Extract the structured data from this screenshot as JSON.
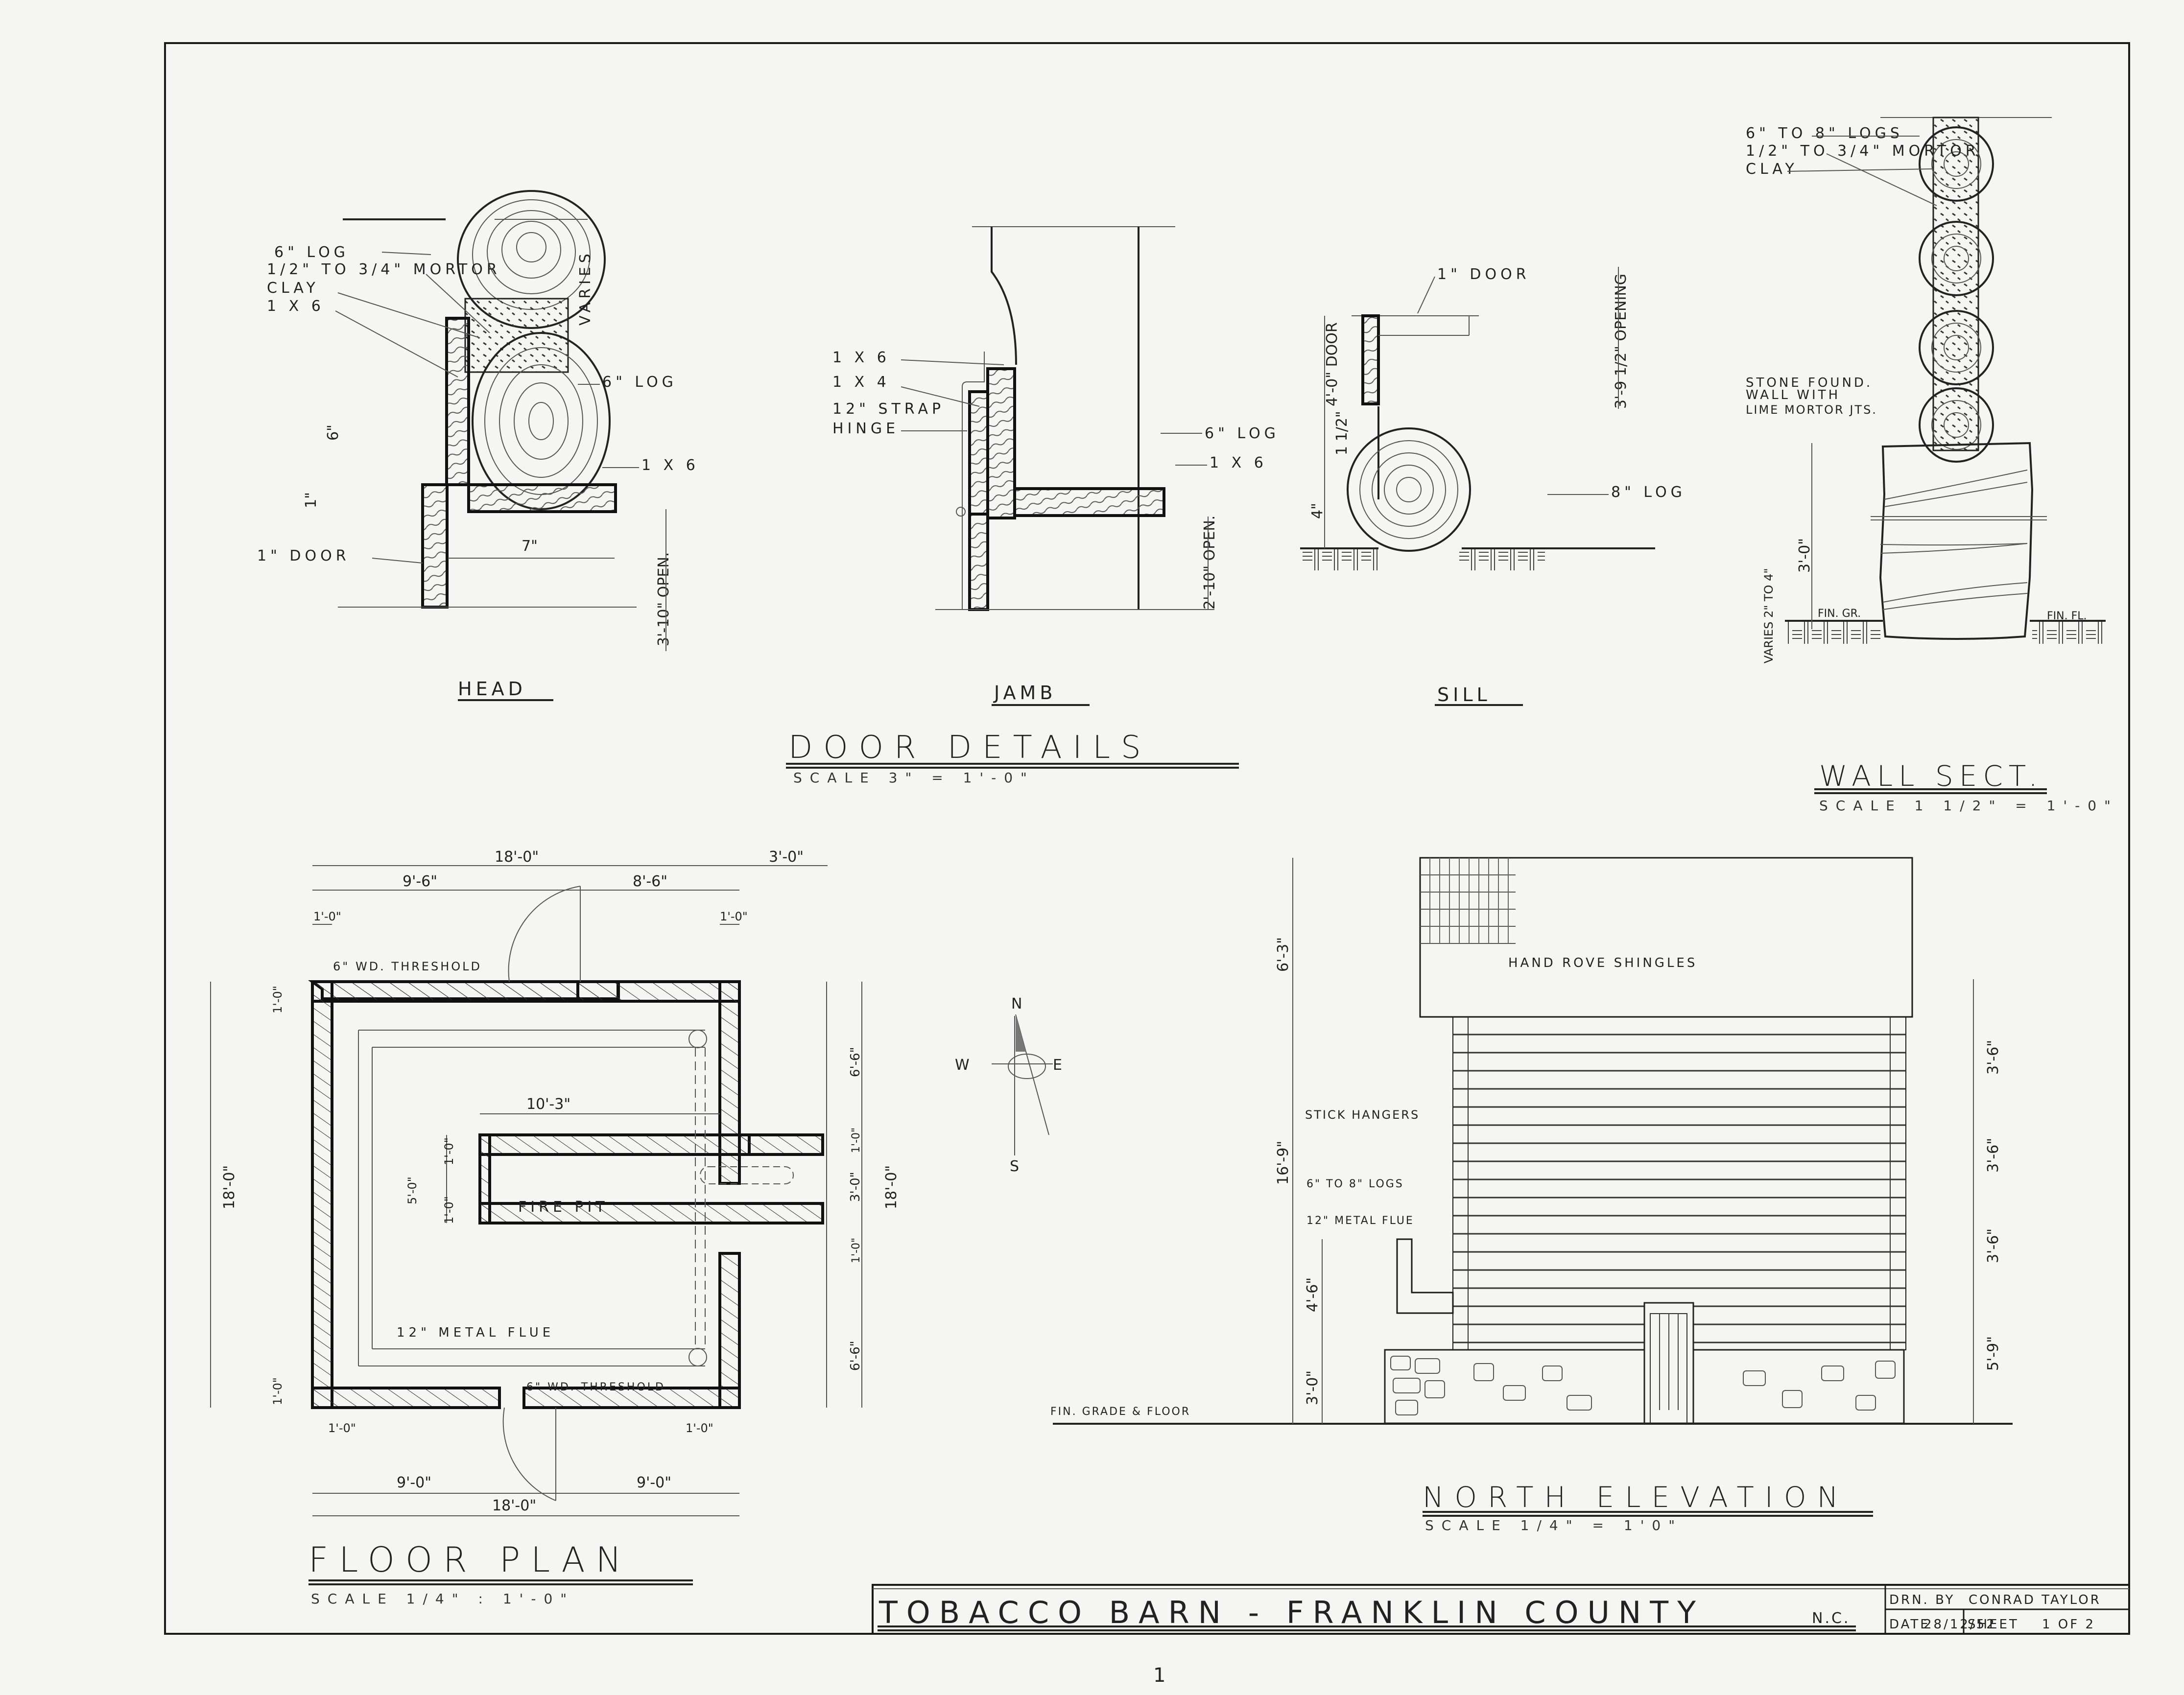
{
  "title_block": {
    "title": "TOBACCO BARN - FRANKLIN COUNTY",
    "state": "N.C.",
    "drawn_by_label": "DRN. BY",
    "drawn_by": "CONRAD TAYLOR",
    "date_label": "DATE",
    "date": "28/12/52",
    "sheet_label": "SHEET",
    "sheet": "1 OF 2"
  },
  "page_number": "1",
  "door_details": {
    "title": "DOOR DETAILS",
    "scale": "SCALE   3\" = 1'-0\"",
    "head": {
      "label": "HEAD",
      "notes": [
        "6\" LOG",
        "1/2\" TO 3/4\" MORTOR",
        "CLAY",
        "1 X 6"
      ],
      "right_notes": [
        "VARIES",
        "6\" LOG",
        "1 X 6"
      ],
      "dims": [
        "6\"",
        "1\"",
        "7\"",
        "3'-10\" OPEN."
      ],
      "door_note": "1\" DOOR"
    },
    "jamb": {
      "label": "JAMB",
      "notes": [
        "1 X 6",
        "1 X 4",
        "12\" STRAP",
        "HINGE"
      ],
      "right_notes": [
        "6\" LOG",
        "1 X 6"
      ],
      "dims": [
        "2'-10\" OPEN."
      ]
    },
    "sill": {
      "label": "SILL",
      "notes": [
        "1\" DOOR",
        "8\" LOG"
      ],
      "dims": [
        "4'-0\" DOOR",
        "1 1/2\"",
        "4\"",
        "3'-9 1/2\" OPENING"
      ]
    }
  },
  "wall_section": {
    "title": "WALL SECT.",
    "scale": "SCALE   1 1/2\" = 1'-0\"",
    "notes": [
      "6\" TO 8\" LOGS",
      "1/2\" TO 3/4\" MORTOR",
      "CLAY"
    ],
    "found_notes": [
      "STONE FOUND.",
      "WALL WITH",
      "LIME MORTOR JTS."
    ],
    "dims": [
      "3'-0\"",
      "VARIES 2\" TO 4\""
    ],
    "fin_gr": "FIN. GR.",
    "fin_fl": "FIN. FL."
  },
  "floor_plan": {
    "title": "FLOOR PLAN",
    "scale": "SCALE   1/4\" : 1'-0\"",
    "top_dims": [
      "18'-0\"",
      "3'-0\"",
      "9'-6\"",
      "8'-6\"",
      "1'-0\"",
      "1'-0\""
    ],
    "bottom_dims": [
      "1'-0\"",
      "1'-0\"",
      "9'-0\"",
      "9'-0\"",
      "18'-0\""
    ],
    "left_dims": [
      "18'-0\"",
      "1'-0\"",
      "1'-0\""
    ],
    "inner_dims": [
      "10'-3\"",
      "1'-0\"",
      "5'-0\"",
      "1'-0\""
    ],
    "right_dims": [
      "6'-6\"",
      "1'-0\"",
      "3'-0\"",
      "1'-0\"",
      "6'-6\"",
      "18'-0\""
    ],
    "threshold_top": "6\" WD. THRESHOLD",
    "threshold_bottom": "6\" WD. THRESHOLD",
    "fire_pit": "FIRE PIT",
    "flue": "12\" METAL FLUE"
  },
  "compass": {
    "n": "N",
    "s": "S",
    "e": "E",
    "w": "W"
  },
  "north_elevation": {
    "title": "NORTH ELEVATION",
    "scale": "SCALE   1/4\" = 1'0\"",
    "notes": {
      "shingles": "HAND ROVE SHINGLES",
      "stick_hangers": "STICK HANGERS",
      "logs": "6\" TO 8\" LOGS",
      "flue": "12\" METAL FLUE",
      "grade": "FIN. GRADE & FLOOR"
    },
    "left_dims": [
      "6'-3\"",
      "16'-9\"",
      "4'-6\"",
      "3'-0\""
    ],
    "right_dims": [
      "3'-6\"",
      "3'-6\"",
      "3'-6\"",
      "5'-9\""
    ]
  },
  "colors": {
    "paper": "#f5f5f3",
    "ink": "#1a1a1a",
    "guide": "#c8c8c8"
  }
}
